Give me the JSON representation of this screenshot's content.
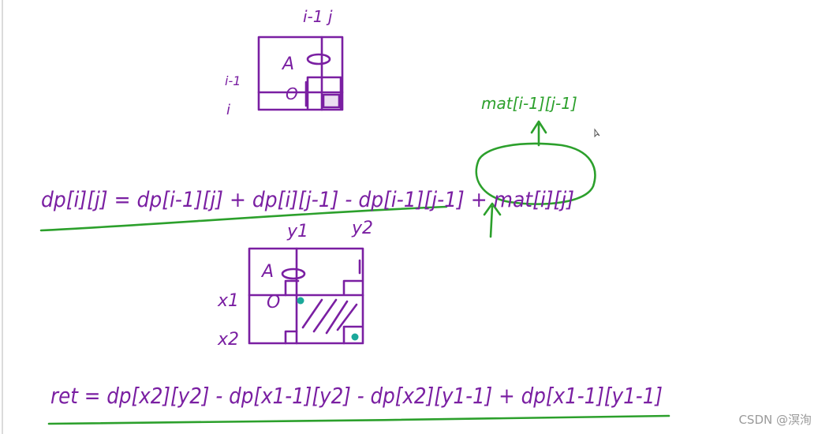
{
  "top_diagram": {
    "col_label": "i-1 j",
    "row_label_1": "i-1",
    "row_label_2": "i",
    "cell_label_a": "A",
    "cell_label_o": "O"
  },
  "equation_1": {
    "text": "dp[i][j] = dp[i-1][j] + dp[i][j-1] - dp[i-1][j-1] + mat[i][j]",
    "note": "mat[i-1][j-1]"
  },
  "bottom_diagram": {
    "col_label_1": "y1",
    "col_label_2": "y2",
    "row_label_1": "x1",
    "row_label_2": "x2",
    "cell_label_a": "A",
    "cell_label_o": "O"
  },
  "equation_2": {
    "text": "ret = dp[x2][y2] - dp[x1-1][y2] - dp[x2][y1-1] + dp[x1-1][y1-1]"
  },
  "watermark": "CSDN @溟洵",
  "colors": {
    "ink_purple": "#7a1fa2",
    "ink_green": "#2ca02c",
    "dot_teal": "#1aa89a",
    "frame_gray": "#cfcfcf"
  }
}
